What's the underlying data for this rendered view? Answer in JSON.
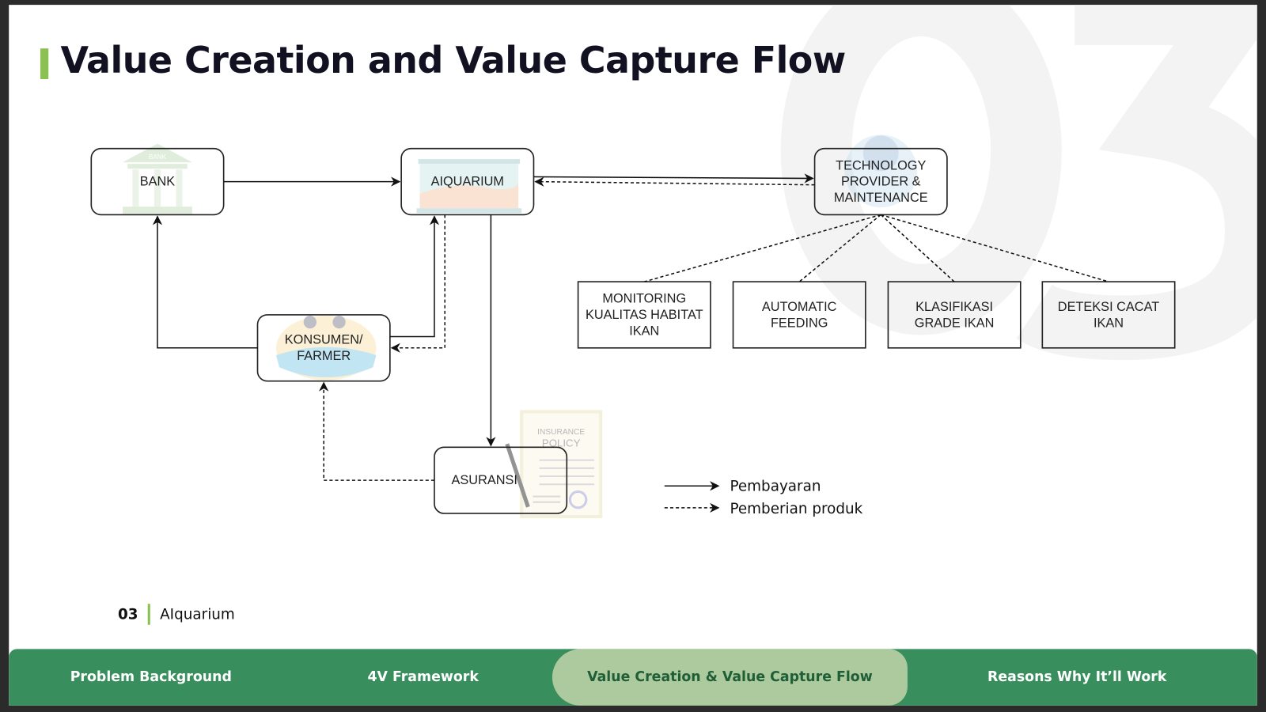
{
  "watermark": "03",
  "title": "Value Creation and Value Capture Flow",
  "colors": {
    "accent_bar": "#8cc152",
    "nav_bg": "#388e5c",
    "nav_active_bg": "#acca9e",
    "nav_active_text": "#1f5e36"
  },
  "diagram": {
    "nodes": {
      "bank": {
        "lines": [
          "BANK"
        ],
        "icon": "bank-building-icon",
        "icon_label": "BANK"
      },
      "aiquarium": {
        "lines": [
          "AIQUARIUM"
        ],
        "icon": "aquarium-icon"
      },
      "tech": {
        "lines": [
          "TECHNOLOGY",
          "PROVIDER &",
          "MAINTENANCE"
        ],
        "icon": "technician-icon"
      },
      "konsumen": {
        "lines": [
          "KONSUMEN/",
          "FARMER"
        ],
        "icon": "farmers-icon"
      },
      "asuransi": {
        "lines": [
          "ASURANSI"
        ],
        "icon": "insurance-policy-icon",
        "icon_label": [
          "INSURANCE",
          "POLICY"
        ]
      },
      "monitoring": {
        "lines": [
          "MONITORING",
          "KUALITAS HABITAT",
          "IKAN"
        ]
      },
      "feeding": {
        "lines": [
          "AUTOMATIC",
          "FEEDING"
        ]
      },
      "klasifikasi": {
        "lines": [
          "KLASIFIKASI",
          "GRADE IKAN"
        ]
      },
      "deteksi": {
        "lines": [
          "DETEKSI CACAT",
          "IKAN"
        ]
      }
    },
    "legend": {
      "solid": "Pembayaran",
      "dashed": "Pemberian produk"
    }
  },
  "footer": {
    "number": "03",
    "label": "AIquarium"
  },
  "nav": {
    "tabs": [
      {
        "label": "Problem Background",
        "active": false
      },
      {
        "label": "4V Framework",
        "active": false
      },
      {
        "label": "Value Creation & Value Capture Flow",
        "active": true
      },
      {
        "label": "Reasons Why It’ll Work",
        "active": false
      }
    ]
  }
}
